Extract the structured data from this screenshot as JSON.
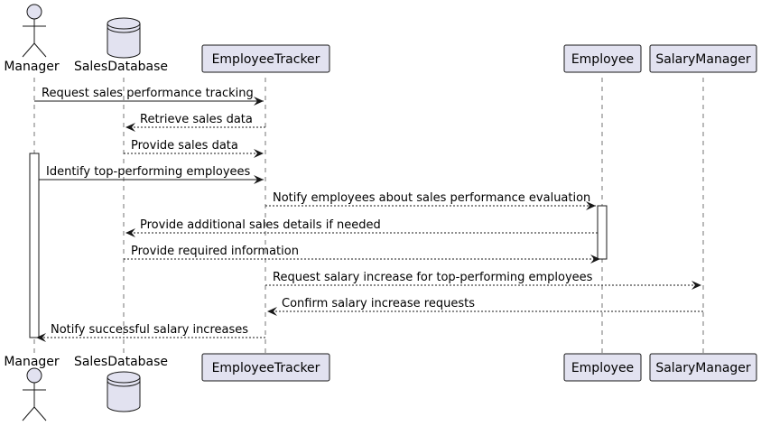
{
  "participants": [
    {
      "id": "manager",
      "label": "Manager",
      "kind": "actor"
    },
    {
      "id": "salesdb",
      "label": "SalesDatabase",
      "kind": "database"
    },
    {
      "id": "tracker",
      "label": "EmployeeTracker",
      "kind": "box"
    },
    {
      "id": "employee",
      "label": "Employee",
      "kind": "box"
    },
    {
      "id": "salary",
      "label": "SalaryManager",
      "kind": "box"
    }
  ],
  "messages": [
    {
      "from": "manager",
      "to": "tracker",
      "label": "Request sales performance tracking",
      "style": "solid"
    },
    {
      "from": "tracker",
      "to": "salesdb",
      "label": "Retrieve sales data",
      "style": "dashed"
    },
    {
      "from": "salesdb",
      "to": "tracker",
      "label": "Provide sales data",
      "style": "dashed"
    },
    {
      "from": "manager",
      "to": "tracker",
      "label": "Identify top-performing employees",
      "style": "solid"
    },
    {
      "from": "tracker",
      "to": "employee",
      "label": "Notify employees about sales performance evaluation",
      "style": "dashed"
    },
    {
      "from": "employee",
      "to": "salesdb",
      "label": "Provide additional sales details if needed",
      "style": "dashed"
    },
    {
      "from": "salesdb",
      "to": "employee",
      "label": "Provide required information",
      "style": "dashed"
    },
    {
      "from": "tracker",
      "to": "salary",
      "label": "Request salary increase for top-performing employees",
      "style": "dashed"
    },
    {
      "from": "salary",
      "to": "tracker",
      "label": "Confirm salary increase requests",
      "style": "dashed"
    },
    {
      "from": "tracker",
      "to": "manager",
      "label": "Notify successful salary increases",
      "style": "dashed"
    }
  ],
  "colors": {
    "participant_fill": "#e2e2f0",
    "participant_stroke": "#181818",
    "lifeline": "#181818",
    "arrow": "#181818",
    "activation_fill": "#ffffff"
  }
}
